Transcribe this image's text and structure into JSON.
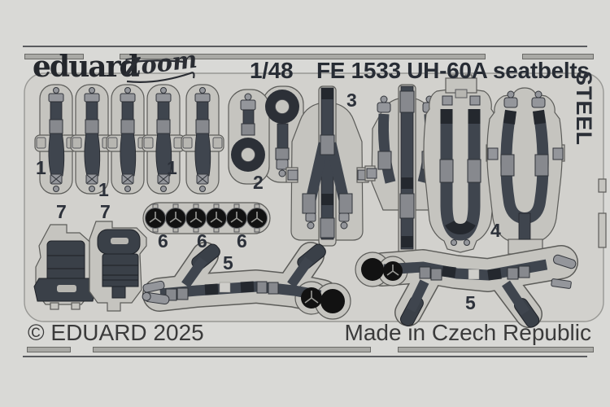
{
  "header": {
    "brand": "eduard",
    "zoom_logo": "Zoom",
    "scale": "1/48",
    "title": "FE 1533 UH-60A seatbelts",
    "material": "STEEL"
  },
  "footer": {
    "copyright": "© EDUARD 2025",
    "made_in": "Made in Czech Republic"
  },
  "fret": {
    "part_numbers": [
      "1",
      "1",
      "1",
      "2",
      "3",
      "4",
      "5",
      "5",
      "6",
      "6",
      "6",
      "7",
      "7"
    ]
  },
  "colors": {
    "background": "#d9d9d6",
    "plate": "#d2d1cd",
    "part_metal": "#c5c4bf",
    "belt": "#3f454e",
    "belt_dark": "#24282e",
    "black_detail": "#121212",
    "title_text": "#272c34",
    "body_text": "#3b3b3b",
    "border_bar": "#a9a9a5"
  }
}
